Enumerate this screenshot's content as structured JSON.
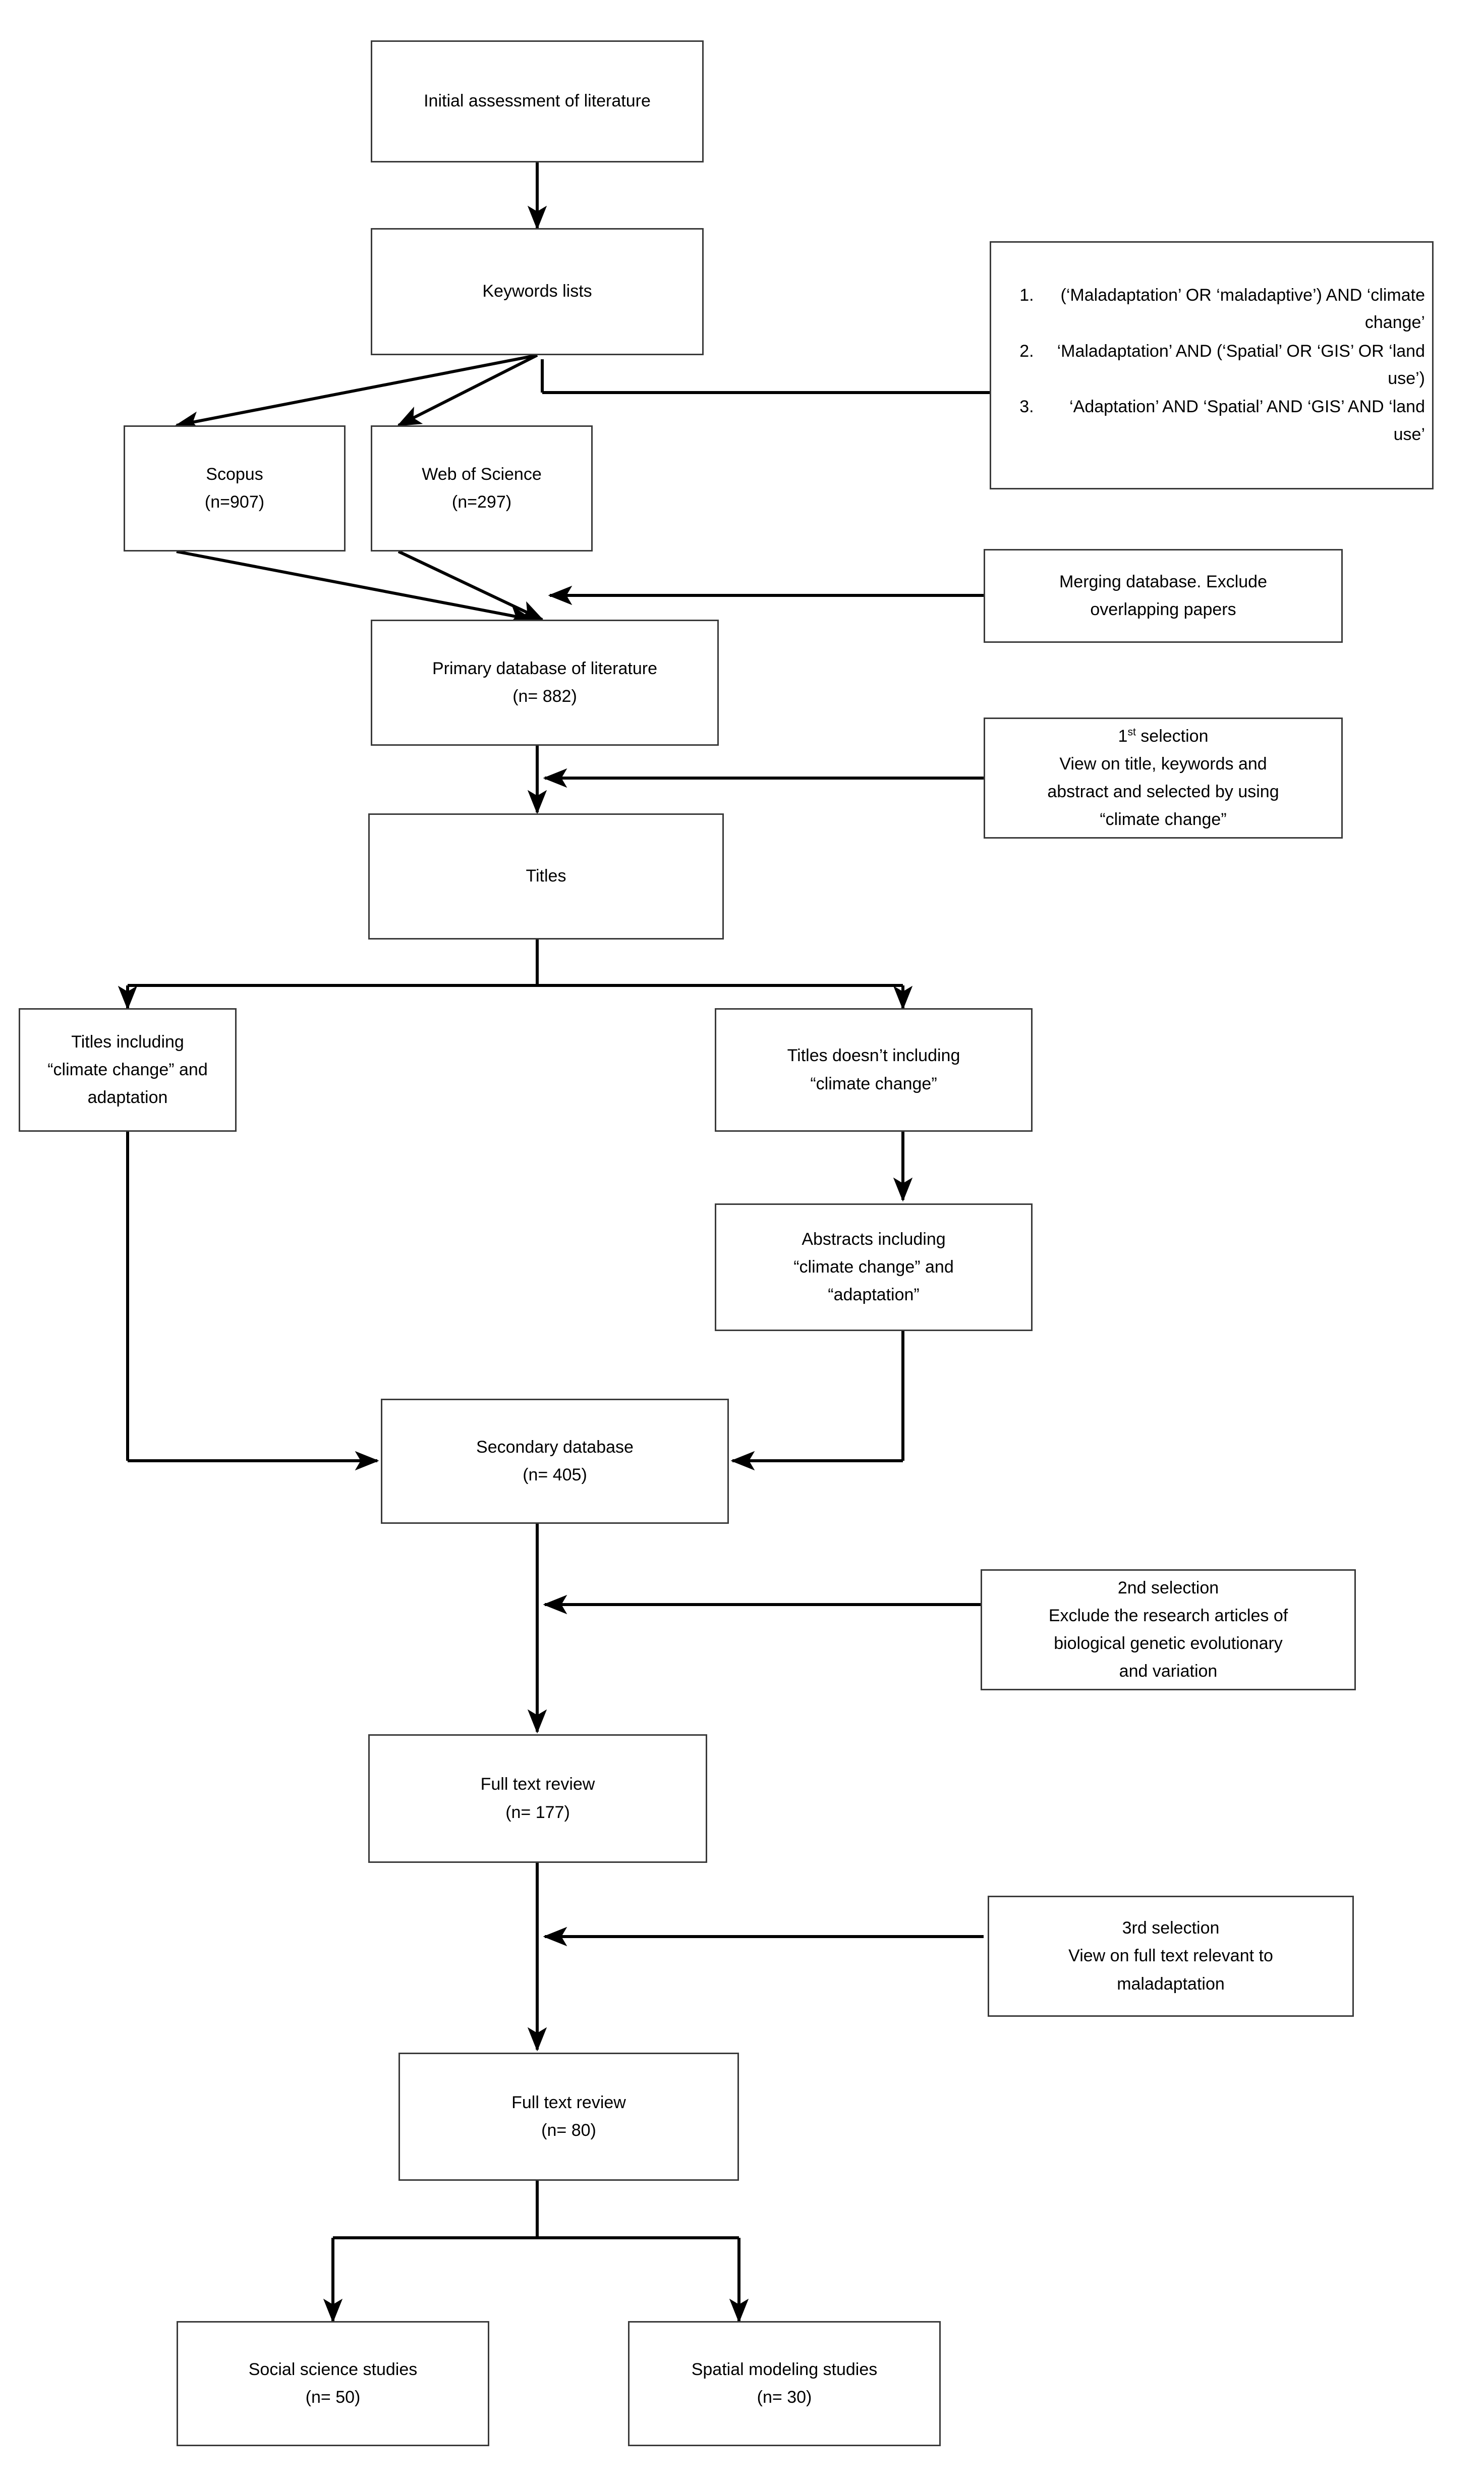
{
  "diagram": {
    "type": "flowchart",
    "title": "Literature review selection flowchart",
    "colors": {
      "box_border": "#3a3a3a",
      "line": "#000000",
      "background": "#ffffff"
    },
    "nodes": {
      "initial_assessment": {
        "label": "Initial assessment of literature"
      },
      "keywords_lists": {
        "label": "Keywords lists"
      },
      "search_queries": {
        "items": [
          "(‘Maladaptation’ OR ‘maladaptive’) AND ‘climate change’",
          "‘Maladaptation’ AND (‘Spatial’ OR ‘GIS’ OR ‘land use’)",
          "‘Adaptation’ AND ‘Spatial’ AND ‘GIS’ AND ‘land use’"
        ]
      },
      "scopus": {
        "label": "Scopus",
        "count": "(n=907)"
      },
      "web_of_science": {
        "label": "Web of Science",
        "count": "(n=297)"
      },
      "merging_note": {
        "line1": "Merging database. Exclude",
        "line2": "overlapping papers"
      },
      "primary_database": {
        "label": "Primary database of literature",
        "count": "(n= 882)"
      },
      "first_selection": {
        "heading_num": "1",
        "heading_sup": "st",
        "heading_rest": " selection",
        "line1": "View on title, keywords and",
        "line2": "abstract and selected by using",
        "line3": "“climate change”"
      },
      "titles": {
        "label": "Titles"
      },
      "titles_including": {
        "line1": "Titles including",
        "line2": "“climate change” and",
        "line3": "adaptation"
      },
      "titles_not_including": {
        "line1": "Titles doesn’t including",
        "line2": "“climate change”"
      },
      "abstracts_including": {
        "line1": "Abstracts including",
        "line2": "“climate change” and",
        "line3": "“adaptation”"
      },
      "secondary_database": {
        "label": "Secondary database",
        "count": "(n= 405)"
      },
      "second_selection": {
        "heading": "2nd selection",
        "line1": "Exclude the research articles of",
        "line2": "biological genetic evolutionary",
        "line3": "and variation"
      },
      "full_text_review_177": {
        "label": "Full text review",
        "count": "(n= 177)"
      },
      "third_selection": {
        "heading": "3rd selection",
        "line1": "View on full text relevant to",
        "line2": "maladaptation"
      },
      "full_text_review_80": {
        "label": "Full text review",
        "count": "(n= 80)"
      },
      "social_science": {
        "label": "Social science studies",
        "count": "(n= 50)"
      },
      "spatial_modeling": {
        "label": "Spatial modeling studies",
        "count": "(n= 30)"
      }
    }
  }
}
